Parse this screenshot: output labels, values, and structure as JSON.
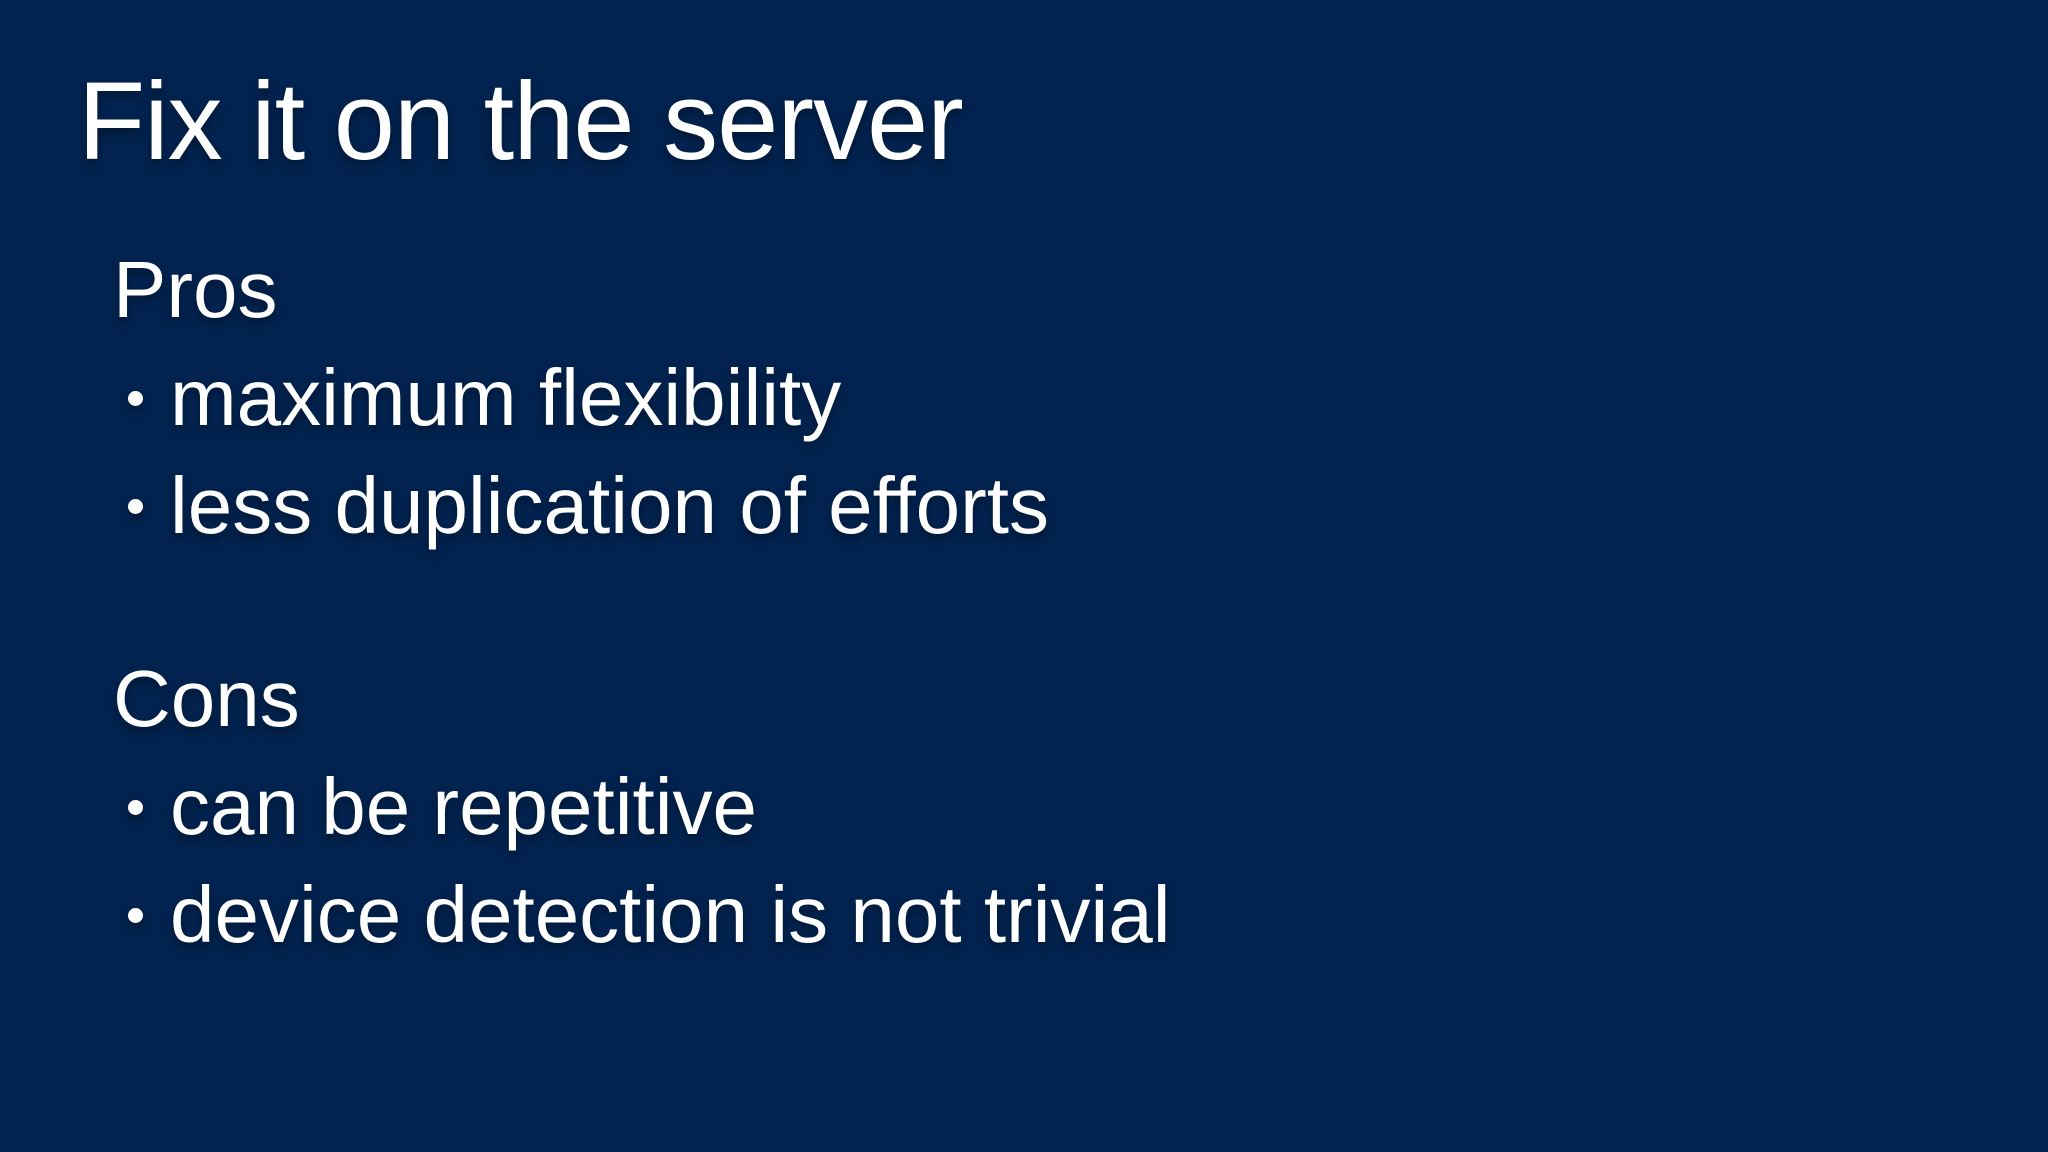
{
  "slide": {
    "title": "Fix it on the server",
    "sections": [
      {
        "heading": "Pros",
        "bullets": [
          "maximum flexibility",
          "less duplication of efforts"
        ]
      },
      {
        "heading": "Cons",
        "bullets": [
          "can be repetitive",
          "device detection is not trivial"
        ]
      }
    ],
    "colors": {
      "background": "#02234f",
      "text": "#ffffff"
    }
  }
}
